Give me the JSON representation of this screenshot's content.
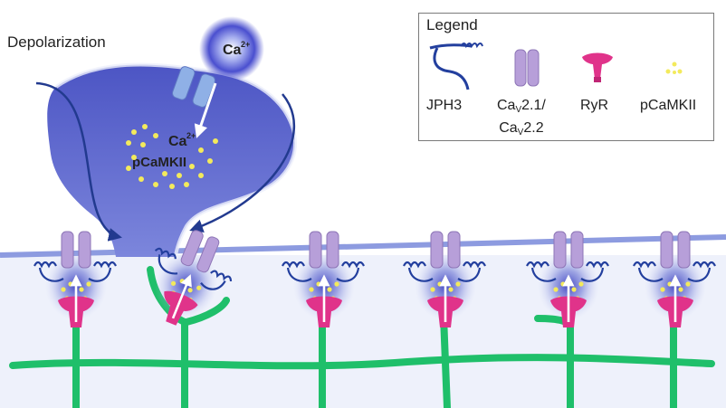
{
  "title": "Depolarization",
  "calcium_ion": {
    "text": "Ca",
    "charge": "2+"
  },
  "inner_calcium": {
    "text": "Ca",
    "charge": "2+"
  },
  "inner_kinase": "pCaMKII",
  "legend": {
    "title": "Legend",
    "items": [
      {
        "label": "JPH3",
        "icon": "jph3-coil-icon"
      },
      {
        "label_part1": "Ca",
        "label_sub1": "V",
        "label_part2": "2.1/",
        "label_line2a": "Ca",
        "label_sub2": "V",
        "label_line2b": "2.2",
        "icon": "cav-channel-icon"
      },
      {
        "label": "RyR",
        "icon": "ryr-receptor-icon"
      },
      {
        "label": "pCaMKII",
        "icon": "pcamkii-dots-icon"
      }
    ]
  },
  "colors": {
    "terminal": "#5b63c9",
    "membrane": "#8d9be0",
    "cytoplasm": "#eef1fb",
    "channel": "#b79fd9",
    "ryr": "#e0338a",
    "er": "#1fbf6a",
    "jph3": "#233f9e",
    "pcamkii": "#f3ea5c"
  }
}
